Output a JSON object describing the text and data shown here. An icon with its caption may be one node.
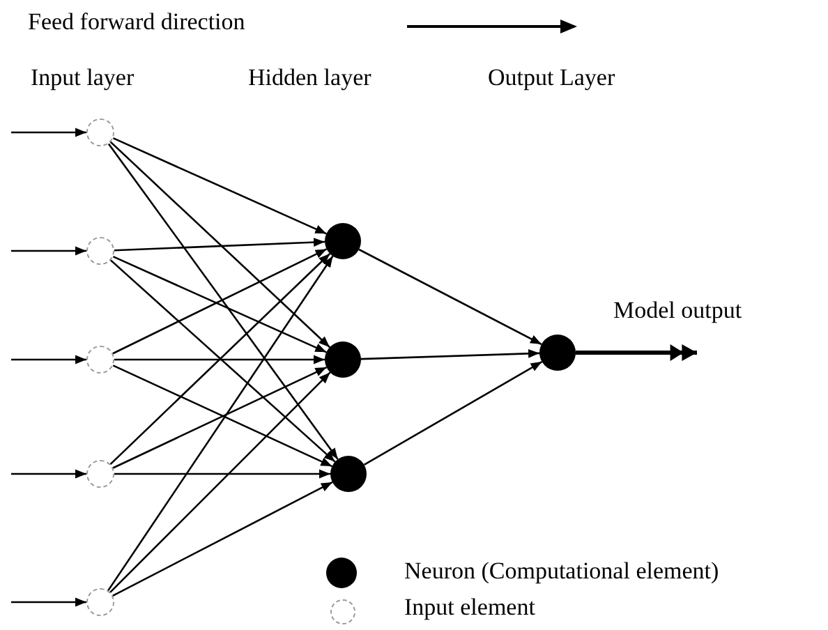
{
  "diagram": {
    "nodes": [
      {
        "text": [],
        "shape": "circle"
      },
      {
        "text": [],
        "shape": "circle"
      },
      {
        "text": [],
        "shape": "circle"
      },
      {
        "text": [],
        "shape": "circle"
      },
      {
        "text": [],
        "shape": "circle"
      },
      {
        "text": [],
        "shape": "circle"
      },
      {
        "text": [],
        "shape": "circle"
      },
      {
        "text": [],
        "shape": "circle"
      },
      {
        "text": [],
        "shape": "circle"
      }
    ],
    "edges": [
      {
        "from": null,
        "to": 0,
        "arrow": "to"
      },
      {
        "from": null,
        "to": 1,
        "arrow": "to"
      },
      {
        "from": null,
        "to": 2,
        "arrow": "to"
      },
      {
        "from": null,
        "to": 3,
        "arrow": "to"
      },
      {
        "from": null,
        "to": 4,
        "arrow": "to"
      },
      {
        "from": 0,
        "to": 5,
        "arrow": "to"
      },
      {
        "from": 0,
        "to": 6,
        "arrow": "to"
      },
      {
        "from": 0,
        "to": 7,
        "arrow": "to"
      },
      {
        "from": 1,
        "to": 5,
        "arrow": "to"
      },
      {
        "from": 1,
        "to": 6,
        "arrow": "to"
      },
      {
        "from": 1,
        "to": 7,
        "arrow": "to"
      },
      {
        "from": 2,
        "to": 5,
        "arrow": "to"
      },
      {
        "from": 2,
        "to": 6,
        "arrow": "to"
      },
      {
        "from": 2,
        "to": 7,
        "arrow": "to"
      },
      {
        "from": 3,
        "to": 5,
        "arrow": "to"
      },
      {
        "from": 3,
        "to": 6,
        "arrow": "to"
      },
      {
        "from": 3,
        "to": 7,
        "arrow": "to"
      },
      {
        "from": 4,
        "to": 5,
        "arrow": "to"
      },
      {
        "from": 4,
        "to": 6,
        "arrow": "to"
      },
      {
        "from": 4,
        "to": 7,
        "arrow": "to"
      },
      {
        "from": 5,
        "to": 8,
        "arrow": "to"
      },
      {
        "from": 6,
        "to": 8,
        "arrow": "to"
      },
      {
        "from": 7,
        "to": 8,
        "arrow": "to"
      },
      {
        "from": 8,
        "to": null,
        "arrow": "to",
        "style": "thick"
      }
    ],
    "labels": [
      "Feed forward direction",
      "Input layer",
      "Hidden layer",
      "Output Layer",
      "Model output"
    ],
    "legend": [
      {
        "text": "Neuron (Computational element)"
      },
      {
        "text": "Input element"
      }
    ]
  }
}
